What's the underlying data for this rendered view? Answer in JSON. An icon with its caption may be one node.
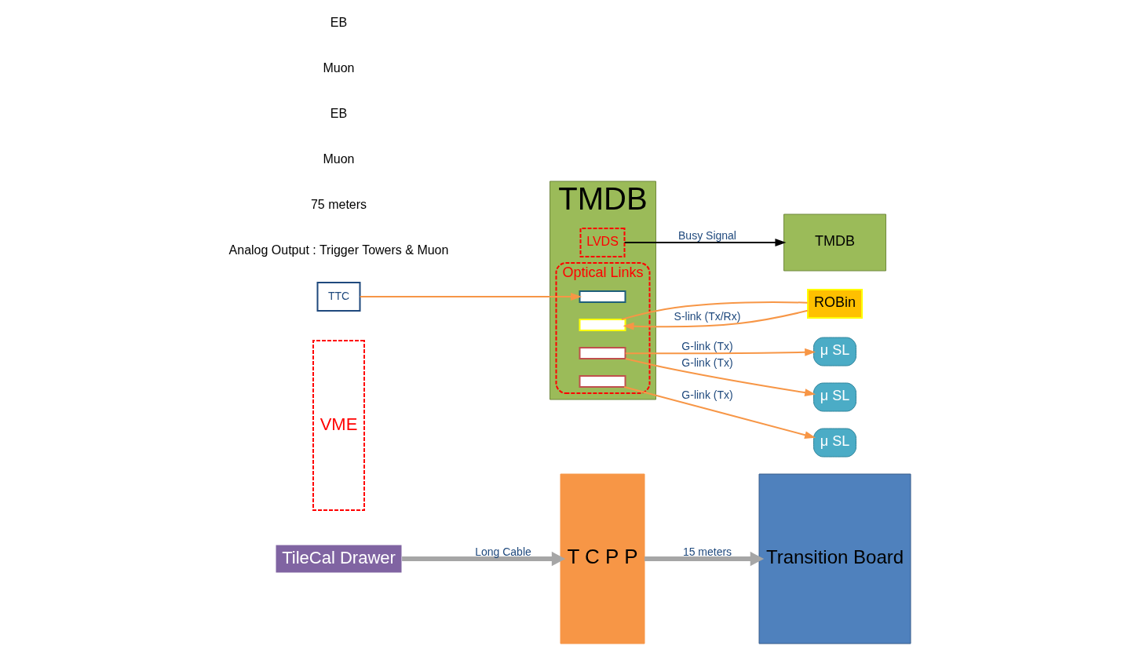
{
  "diagram": {
    "nodes": [
      {
        "text": [
          "TileCal Drawer"
        ]
      },
      {
        "text": [
          "T C P P"
        ]
      },
      {
        "text": [
          "Transition Board"
        ]
      },
      {
        "text": [
          "VME"
        ]
      },
      {
        "text": [
          "TMDB"
        ]
      },
      {
        "text": [
          "LVDS"
        ],
        "in": 4
      },
      {
        "text": [
          "TMDB"
        ]
      },
      {
        "text": [
          "Optical Links"
        ],
        "in": 4
      },
      {
        "text": [],
        "shape": "box",
        "in": 7
      },
      {
        "text": [],
        "shape": "box",
        "in": 7
      },
      {
        "text": [],
        "shape": "box",
        "in": 7
      },
      {
        "text": [],
        "shape": "box",
        "in": 7
      },
      {
        "text": [
          "TTC"
        ]
      },
      {
        "text": [
          "μ SL"
        ]
      },
      {
        "text": [
          "μ SL"
        ]
      },
      {
        "text": [
          "μ SL"
        ]
      },
      {
        "text": [
          "ROBin"
        ]
      }
    ],
    "edges": [
      {
        "from": 0,
        "to": 1,
        "arrow": "to",
        "label": "Long Cable",
        "style": "thick",
        "color": "#a6a6a6"
      },
      {
        "from": 1,
        "to": 2,
        "arrow": "to",
        "label": "15 meters",
        "style": "thick",
        "color": "#a6a6a6"
      },
      {
        "from": 5,
        "to": 6,
        "arrow": "to",
        "label": "Busy Signal",
        "color": "#000000"
      },
      {
        "from": 12,
        "to": 8,
        "arrow": "to"
      },
      {
        "from": 9,
        "to": 16,
        "arrow": "none"
      },
      {
        "from": 16,
        "to": 9,
        "arrow": "to",
        "label": "S-link (Tx/Rx)"
      },
      {
        "from": 11,
        "to": 13,
        "arrow": "to",
        "label": "G-link (Tx)"
      },
      {
        "from": 10,
        "to": 14,
        "arrow": "to",
        "label": "G-link (Tx)"
      },
      {
        "from": 10,
        "to": 15,
        "arrow": "to",
        "label": "G-link (Tx)"
      }
    ],
    "labels": [
      "Analog Output : Trigger Towers & Muon",
      "75 meters",
      "Muon",
      "EB",
      "Muon",
      "EB"
    ]
  }
}
